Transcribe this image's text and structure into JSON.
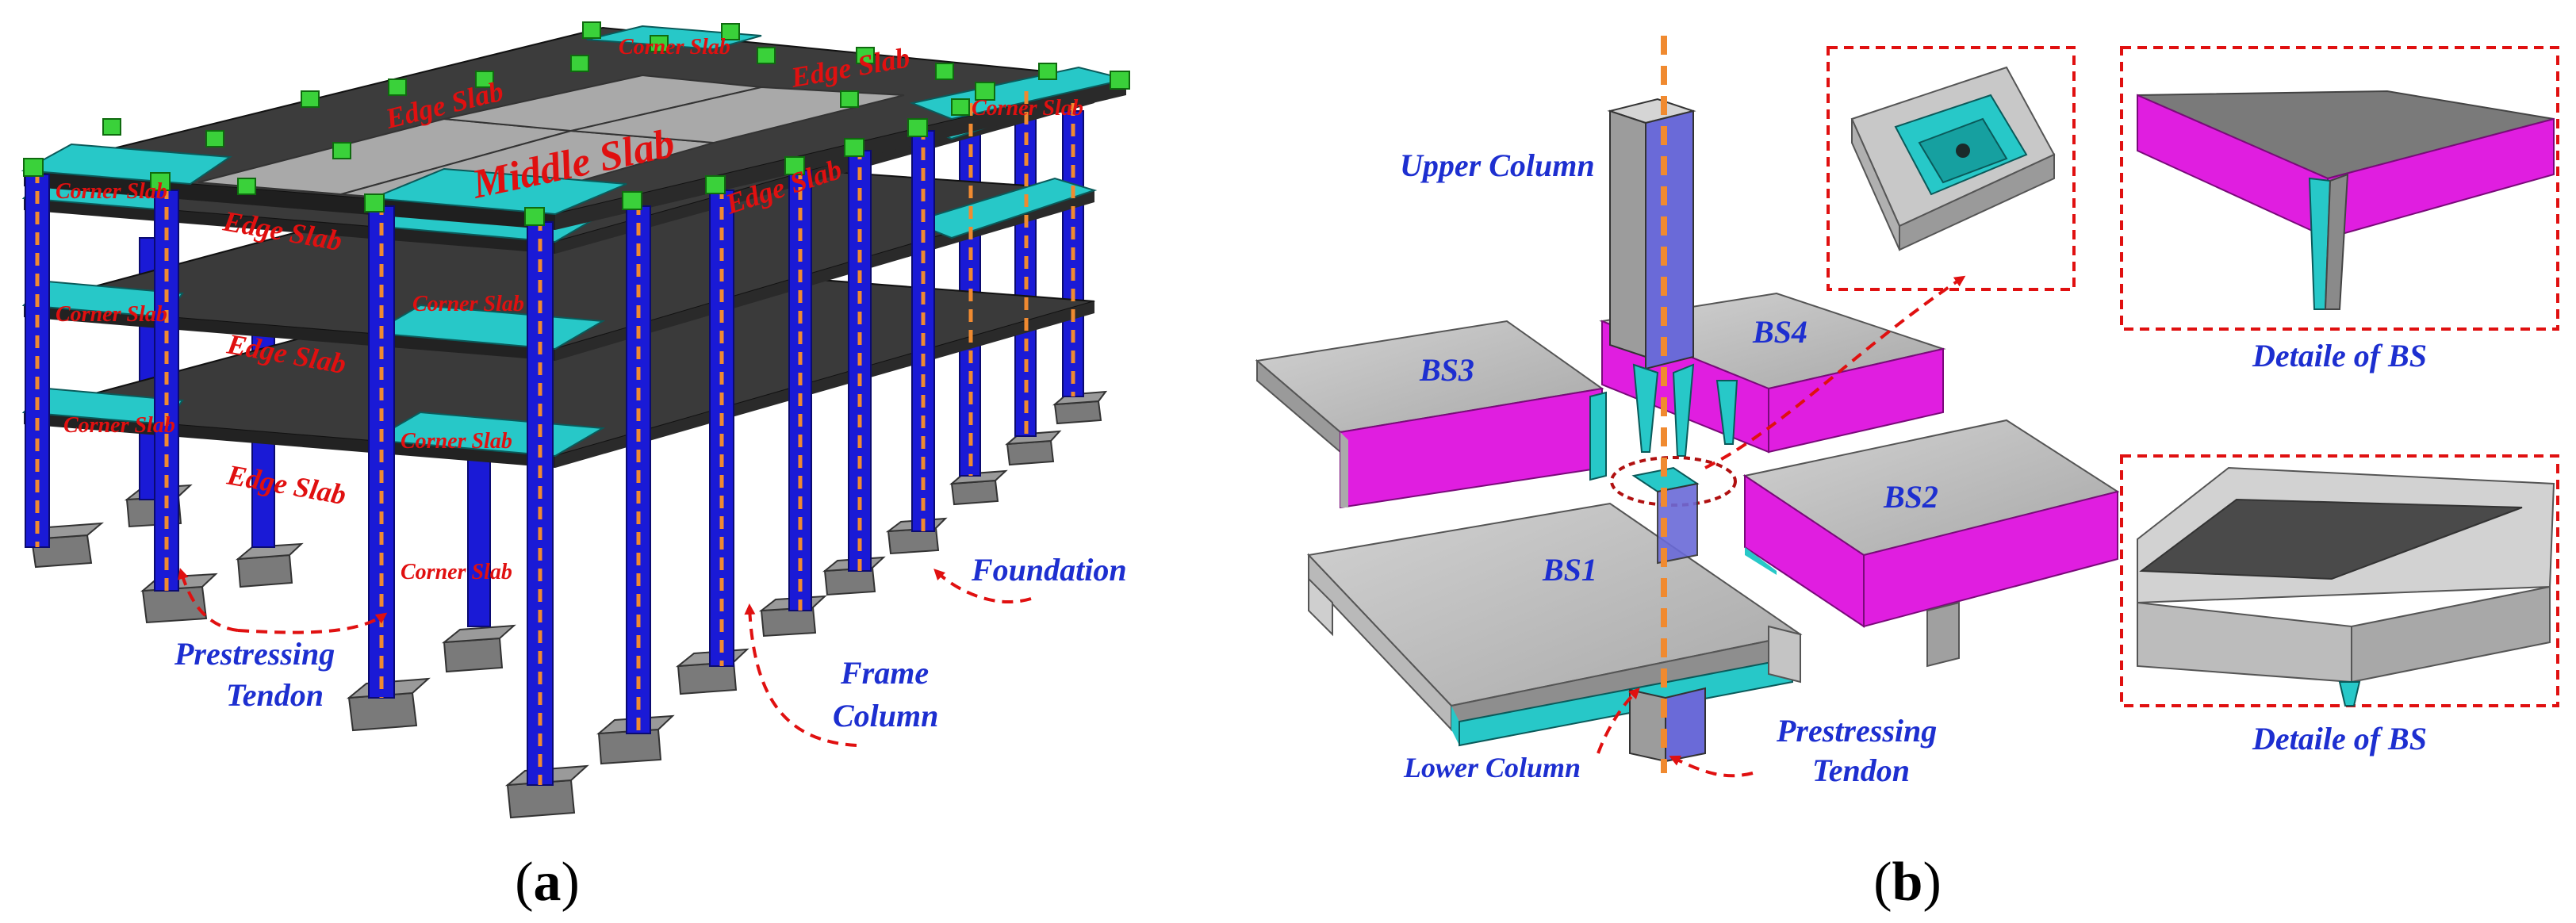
{
  "panel_a": {
    "caption_open": "(",
    "caption_letter": "a",
    "caption_close": ")",
    "labels": {
      "corner_slab": "Corner Slab",
      "edge_slab": "Edge Slab",
      "middle_slab": "Middle Slab",
      "foundation": "Foundation",
      "prestressing_line1": "Prestressing",
      "prestressing_line2": "Tendon",
      "frame_line1": "Frame",
      "frame_line2": "Column"
    }
  },
  "panel_b": {
    "caption_open": "(",
    "caption_letter": "b",
    "caption_close": ")",
    "labels": {
      "upper_column": "Upper Column",
      "lower_column": "Lower Column",
      "bs1": "BS1",
      "bs2": "BS2",
      "bs3": "BS3",
      "bs4": "BS4",
      "prestressing_line1": "Prestressing",
      "prestressing_line2": "Tendon",
      "detail_top": "Detaile of BS",
      "detail_bottom": "Detaile of BS"
    }
  },
  "colors": {
    "column_blue": "#1a1ad6",
    "slab_dark": "#3c3c3c",
    "slab_light": "#a9a9a9",
    "corner_cyan": "#27c8c8",
    "tendon_orange": "#f08a30",
    "anchor_green": "#3ad13a",
    "bs_magenta": "#e01ee0",
    "label_red": "#e01010",
    "label_blue": "#1d2fd0"
  }
}
